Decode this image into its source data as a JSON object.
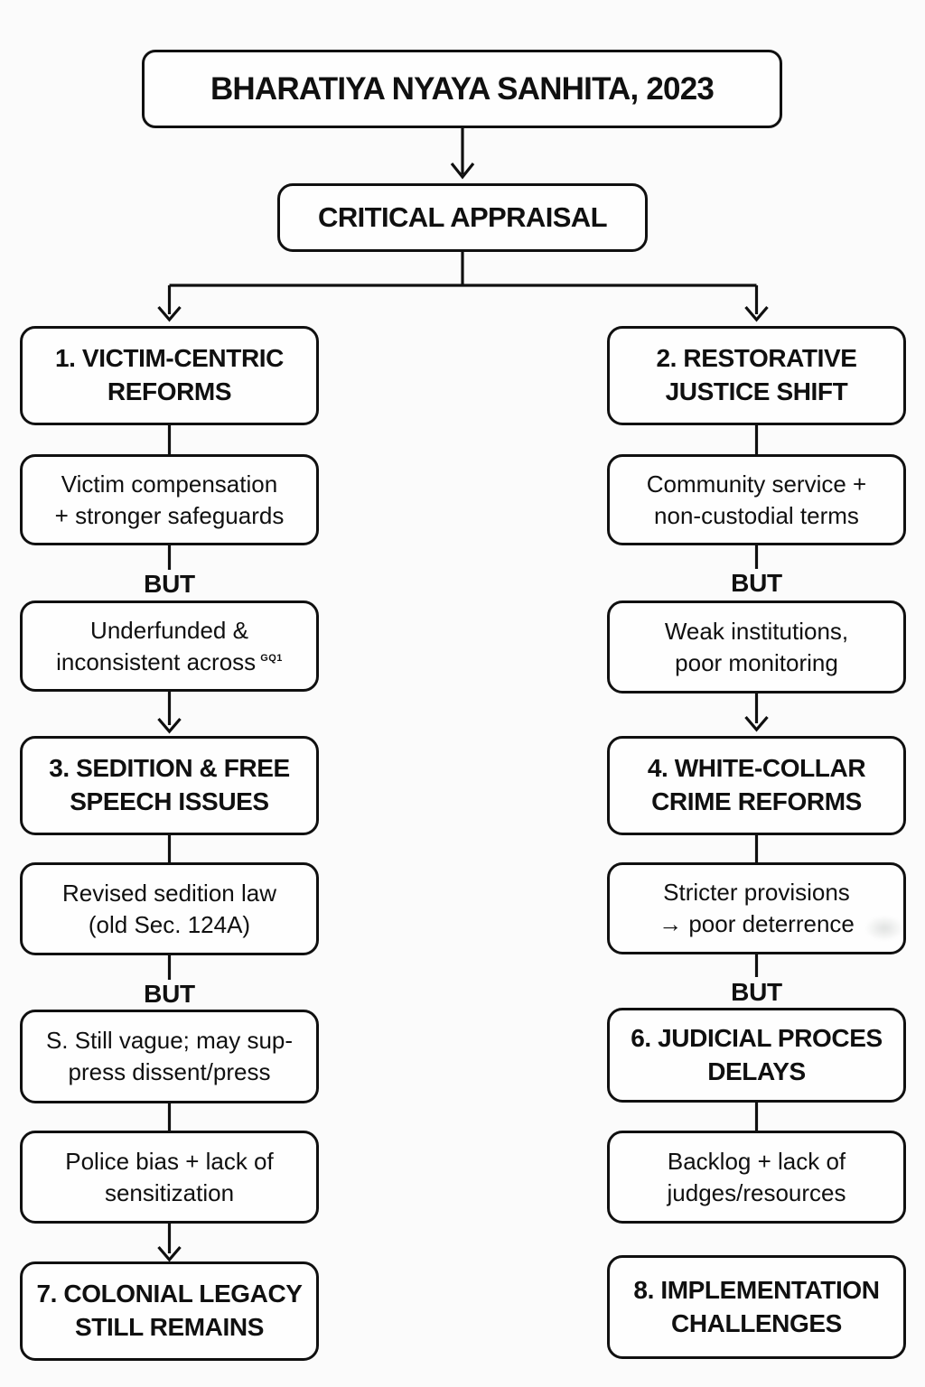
{
  "colors": {
    "background": "#fbfbfb",
    "box_background": "#fefefe",
    "line_and_text": "#101010"
  },
  "root": {
    "title": "BHARATIYA NYAYA SANHITA, 2023"
  },
  "appraisal": {
    "title": "CRITICAL APPRAISAL"
  },
  "labels": {
    "but": "BUT"
  },
  "left": {
    "h1": "1. VICTIM-CENTRIC\nREFORMS",
    "d1": "Victim compensation\n+ stronger safeguards",
    "d2_main": "Underfunded &\ninconsistent across",
    "d2_sup": "GQ1",
    "h3": "3. SEDITION & FREE\nSPEECH ISSUES",
    "d3": "Revised sedition law\n(old Sec. 124A)",
    "d4": "S. Still vague; may sup-\npress dissent/press",
    "d5": "Police bias + lack of\nsensitization",
    "h7": "7. COLONIAL LEGACY\nSTILL REMAINS"
  },
  "right": {
    "h2": "2. RESTORATIVE\nJUSTICE SHIFT",
    "d1": "Community service +\nnon-custodial terms",
    "d2": "Weak institutions,\npoor monitoring",
    "h4": "4. WHITE-COLLAR\nCRIME REFORMS",
    "d3": "Stricter provisions\n→ poor deterrence",
    "h6": "6. JUDICIAL PROCES\nDELAYS",
    "d4": "Backlog + lack of\njudges/resources",
    "h8": "8. IMPLEMENTATION\nCHALLENGES"
  }
}
